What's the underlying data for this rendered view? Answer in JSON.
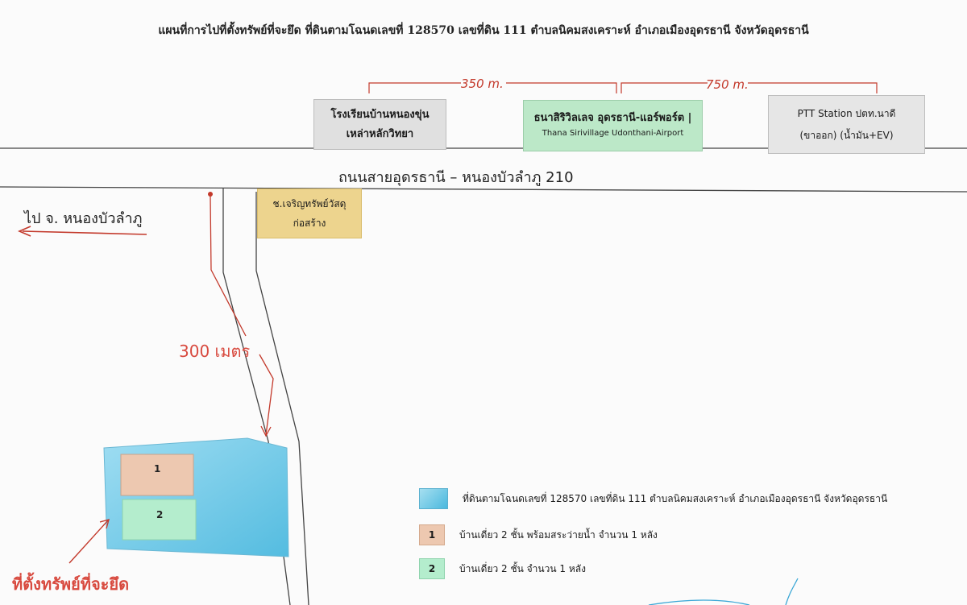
{
  "title": "แผนที่การไปที่ตั้งทรัพย์ที่จะยึด ที่ดินตามโฉนดเลขที่ 128570 เลขที่ดิน 111 ตำบลนิคมสงเคราะห์ อำเภอเมืองอุดรธานี จังหวัดอุดรธานี",
  "road": {
    "name": "ถนนสายอุดรธานี – หนองบัวลำภู 210"
  },
  "distances": {
    "left": "350 m.",
    "right": "750 m.",
    "side_road": "300 เมตร"
  },
  "landmarks": {
    "school": {
      "line1": "โรงเรียนบ้านหนองขุ่น",
      "line2": "เหล่าหลักวิทยา"
    },
    "village": {
      "line1": "ธนาสิริวิลเลจ อุดรธานี-แอร์พอร์ต |",
      "line2": "Thana Sirivillage Udonthani-Airport"
    },
    "ptt": {
      "line1": "PTT Station ปตท.นาดี",
      "line2": "(ขาออก) (น้ำมัน+EV)"
    },
    "store": {
      "line1": "ช.เจริญทรัพย์วัสดุ",
      "line2": "ก่อสร้าง"
    }
  },
  "direction": {
    "label": "ไป จ. หนองบัวลำภู"
  },
  "property_label": "ที่ตั้งทรัพย์ที่จะยึด",
  "plots": {
    "house1": "1",
    "house2": "2"
  },
  "legend": {
    "land": {
      "text": "ที่ดินตามโฉนดเลขที่ 128570 เลขที่ดิน 111 ตำบลนิคมสงเคราะห์ อำเภอเมืองอุดรธานี จังหวัดอุดรธานี"
    },
    "house1": {
      "num": "1",
      "text": "บ้านเดี่ยว 2 ชั้น พร้อมสระว่ายน้ำ จำนวน 1 หลัง"
    },
    "house2": {
      "num": "2",
      "text": "บ้านเดี่ยว 2 ชั้น จำนวน 1 หลัง"
    }
  },
  "colors": {
    "land": "#5cc0e2",
    "house1": "#edc8b0",
    "house2": "#b4edcd",
    "annotation_red": "#c3392b"
  }
}
